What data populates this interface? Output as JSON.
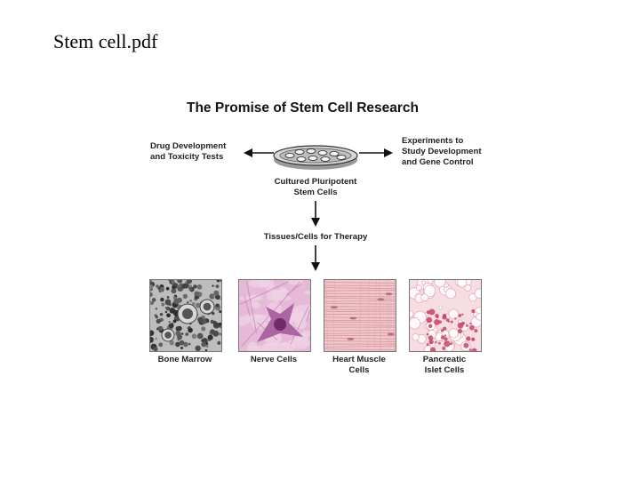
{
  "document": {
    "title": "Stem cell.pdf"
  },
  "figure": {
    "title": "The Promise of Stem Cell Research",
    "left_label": [
      "Drug Development",
      "and Toxicity Tests"
    ],
    "right_label": [
      "Experiments to",
      "Study Development",
      "and Gene Control"
    ],
    "center_label": [
      "Cultured Pluripotent",
      "Stem Cells"
    ],
    "therapy_label": "Tissues/Cells for Therapy",
    "tissues": [
      {
        "label": [
          "Bone Marrow"
        ],
        "image": "bone-marrow-micrograph"
      },
      {
        "label": [
          "Nerve Cells"
        ],
        "image": "nerve-cells-micrograph"
      },
      {
        "label": [
          "Heart Muscle",
          "Cells"
        ],
        "image": "heart-muscle-micrograph"
      },
      {
        "label": [
          "Pancreatic",
          "Islet Cells"
        ],
        "image": "pancreatic-islet-micrograph"
      }
    ],
    "colors": {
      "arrow": "#111111",
      "dish": "#c8c8c8",
      "text": "#222222"
    }
  }
}
